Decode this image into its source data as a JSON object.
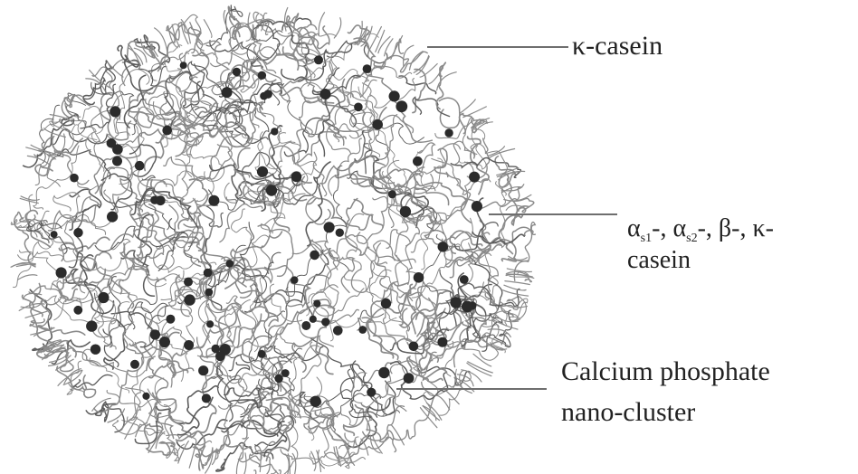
{
  "labels": {
    "kappa_casein": "κ-casein",
    "casein_mix": {
      "alpha": "α",
      "s1": "s1",
      "sep1": "-, ",
      "s2": "s2",
      "sep2": "-, β-, κ-",
      "line2": "casein"
    },
    "calcium_phosphate": {
      "line1": "Calcium phosphate",
      "line2": "nano-cluster"
    }
  },
  "colors": {
    "strand": "#8a8a8a",
    "strand_dark": "#5c5c5c",
    "cluster": "#2b2b2b",
    "leader": "#6e6e6e",
    "text": "#222222",
    "background": "#ffffff"
  }
}
